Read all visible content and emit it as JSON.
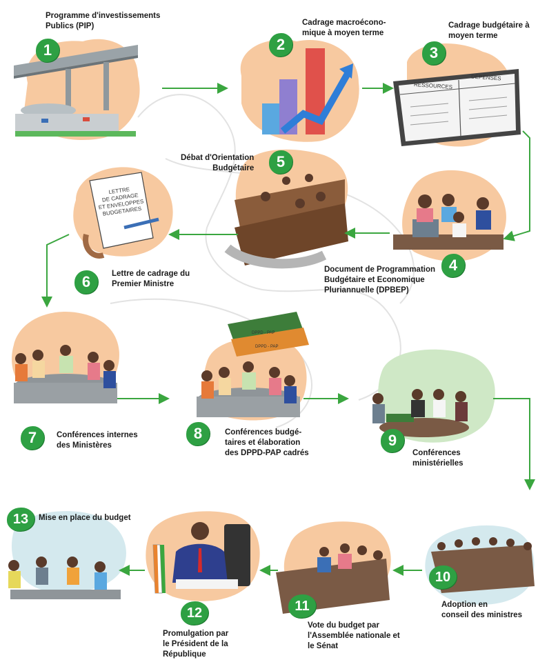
{
  "steps": [
    {
      "num": "1",
      "label": "Programme d'investissements\nPublics (PIP)"
    },
    {
      "num": "2",
      "label": "Cadrage macroécono-\nmique à moyen terme"
    },
    {
      "num": "3",
      "label": "Cadrage budgétaire à\nmoyen terme"
    },
    {
      "num": "4",
      "label": "Document de Programmation\nBudgétaire et Economique\nPluriannuelle (DPBEP)"
    },
    {
      "num": "5",
      "label": "Débat d'Orientation\nBudgétaire"
    },
    {
      "num": "6",
      "label": "Lettre de cadrage du\nPremier Ministre"
    },
    {
      "num": "7",
      "label": "Conférences internes\ndes Ministères"
    },
    {
      "num": "8",
      "label": "Conférences budgé-\ntaires et élaboration\ndes DPPD-PAP cadrés"
    },
    {
      "num": "9",
      "label": "Conférences\nministérielles"
    },
    {
      "num": "10",
      "label": "Adoption en\nconseil des ministres"
    },
    {
      "num": "11",
      "label": "Vote du budget par\nl'Assemblée nationale et\nle Sénat"
    },
    {
      "num": "12",
      "label": "Promulgation par\nle Président de la\nRépublique"
    },
    {
      "num": "13",
      "label": "Mise en place du budget"
    }
  ],
  "illustration_text": {
    "board_left": "RESSOURCES",
    "board_right": "DEPENSES",
    "letter": "LETTRE\nDE CADRAGE\nET ENVELOPPES\nBUDGETAIRES",
    "binder_top": "DPPD - PAP",
    "binder_bottom": "DPPD - PAP"
  },
  "colors": {
    "arrow": "#3aa63f",
    "badge": "#2ea043",
    "blob_orange": "#f7c9a0",
    "blob_green": "#cfe8c6",
    "blob_blue": "#d4e9ee"
  }
}
